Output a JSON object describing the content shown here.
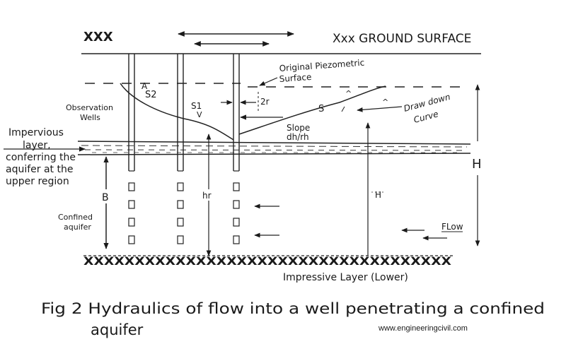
{
  "ground": {
    "left_marks": "XXX",
    "right_label": "Xxx GROUND SURFACE"
  },
  "labels": {
    "original_piezometric": [
      "Original Piezometric",
      "Surface"
    ],
    "observation_wells": [
      "Observation",
      "Wells"
    ],
    "draw_down": [
      "Draw down",
      "Curve"
    ],
    "slope": [
      "Slope",
      "dh/rh"
    ],
    "impervious_layer": [
      "Impervious",
      "layer,",
      "conferring the",
      "aquifer at the",
      "upper region"
    ],
    "confined_aquifer": [
      "Confined",
      "aquifer"
    ],
    "flow": "FLow",
    "lower_layer": "Impressive Layer (Lower)",
    "A": "A",
    "S2": "S2",
    "S1": "S1",
    "S": "S",
    "two_r": "2r",
    "B": "B",
    "hr": "hr",
    "H_inner": "H",
    "H_right": "H"
  },
  "bottom_hatch": "XXXXXXXXXXXXXXXXXXXXXXXXXXXXXXXXXXXX",
  "caption": {
    "line1": "Fig 2  Hydraulics of flow into a well penetrating a confined",
    "line2": "aquifer"
  },
  "watermark": "www.engineeringcivil.com"
}
